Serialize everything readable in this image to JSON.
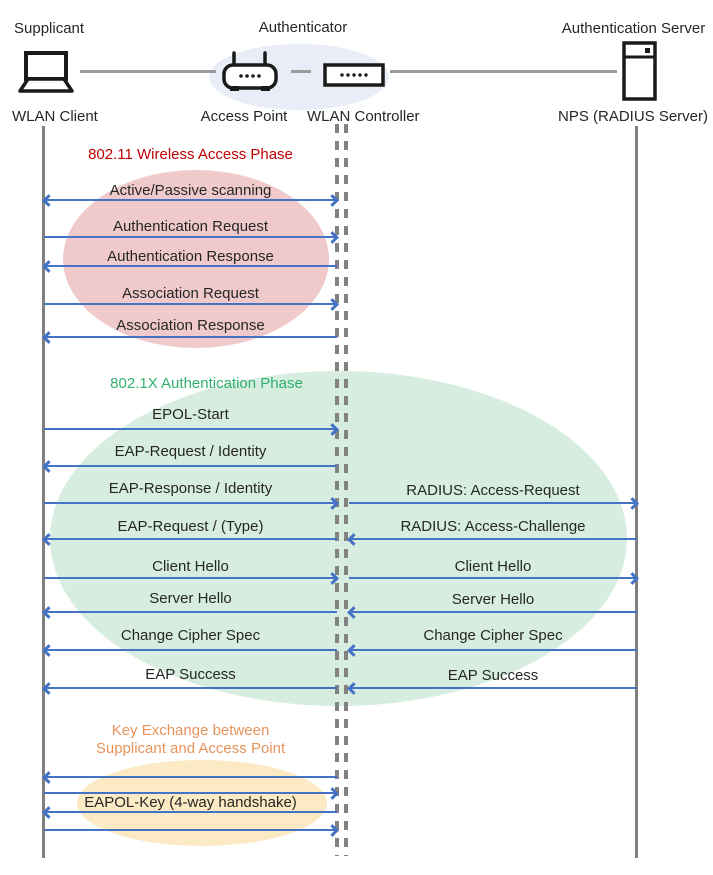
{
  "header": {
    "roles": [
      {
        "label": "Supplicant"
      },
      {
        "label": "Authenticator"
      },
      {
        "label": "Authentication Server"
      }
    ],
    "nodes": [
      {
        "label": "WLAN Client",
        "icon": "laptop-icon"
      },
      {
        "label": "Access Point",
        "icon": "access-point-icon"
      },
      {
        "label": "WLAN Controller",
        "icon": "wlan-controller-icon"
      },
      {
        "label": "NPS (RADIUS Server)",
        "icon": "server-icon"
      }
    ]
  },
  "phases": {
    "wireless_access": {
      "title": "802.11 Wireless Access Phase",
      "title_color": "#C00000",
      "fill_color": "#F0CACB",
      "messages": [
        {
          "label": "Active/Passive scanning",
          "direction": "both"
        },
        {
          "label": "Authentication Request",
          "direction": "right"
        },
        {
          "label": "Authentication Response",
          "direction": "left"
        },
        {
          "label": "Association Request",
          "direction": "right"
        },
        {
          "label": "Association Response",
          "direction": "left"
        }
      ]
    },
    "authentication": {
      "title": "802.1X Authentication Phase",
      "title_color": "#31B170",
      "fill_color": "#D6EDDF",
      "left_messages": [
        {
          "label": "EPOL-Start",
          "direction": "right"
        },
        {
          "label": "EAP-Request / Identity",
          "direction": "left"
        },
        {
          "label": "EAP-Response / Identity",
          "direction": "right"
        },
        {
          "label": "EAP-Request / (Type)",
          "direction": "left"
        },
        {
          "label": "Client Hello",
          "direction": "right"
        },
        {
          "label": "Server Hello",
          "direction": "left"
        },
        {
          "label": "Change Cipher Spec",
          "direction": "left"
        },
        {
          "label": "EAP Success",
          "direction": "left"
        }
      ],
      "right_messages": [
        {
          "label": "RADIUS: Access-Request",
          "direction": "right"
        },
        {
          "label": "RADIUS: Access-Challenge",
          "direction": "left"
        },
        {
          "label": "Client Hello",
          "direction": "right"
        },
        {
          "label": "Server Hello",
          "direction": "left"
        },
        {
          "label": "Change Cipher Spec",
          "direction": "left"
        },
        {
          "label": "EAP Success",
          "direction": "left"
        }
      ]
    },
    "key_exchange": {
      "title_line1": "Key Exchange between",
      "title_line2": "Supplicant and Access Point",
      "title_color": "#E8935C",
      "fill_color": "#FBEAC4",
      "handshake_label": "EAPOL-Key (4-way handshake)"
    }
  },
  "colors": {
    "arrow": "#4472C4",
    "lifeline": "#7F7F7F",
    "authenticator_highlight": "#E9EDF7"
  }
}
